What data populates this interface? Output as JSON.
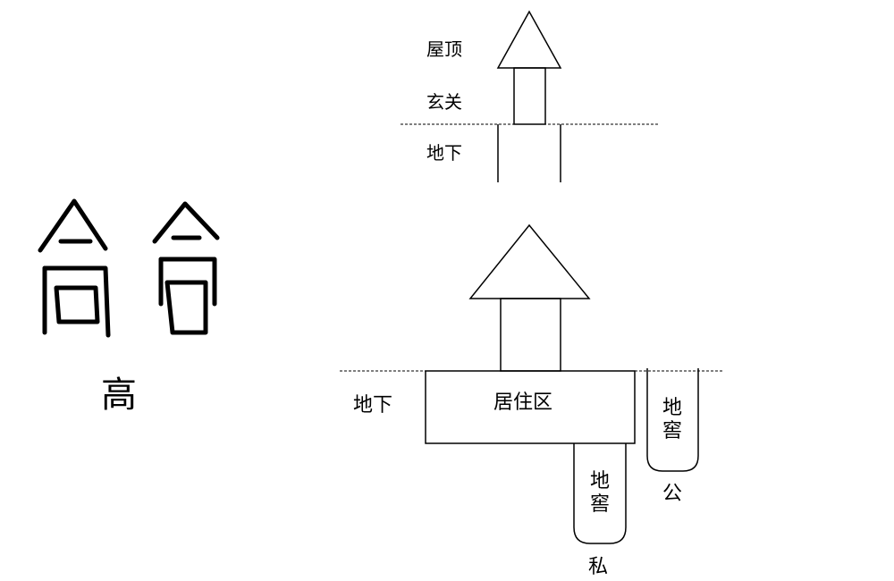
{
  "top_diagram": {
    "roof_label": "屋顶",
    "entrance_label": "玄关",
    "underground_label": "地下"
  },
  "ancient_glyphs": {
    "glyph_1": "高",
    "glyph_2": "高",
    "character": "高"
  },
  "bottom_diagram": {
    "underground_label": "地下",
    "living_area_label": "居住区",
    "private_cellar": {
      "line1": "地",
      "line2": "窖",
      "caption": "私"
    },
    "public_cellar": {
      "line1": "地",
      "line2": "窖",
      "caption": "公"
    }
  }
}
